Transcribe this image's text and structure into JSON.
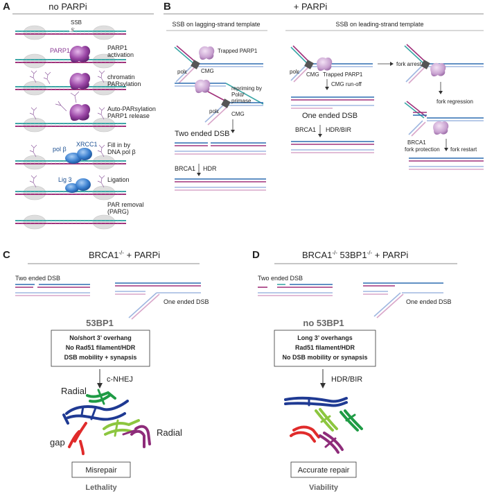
{
  "panels": {
    "A": {
      "letter": "A",
      "title": "no PARPi",
      "labels": {
        "ssb": "SSB",
        "five_prime": "5'",
        "parp1": "PARP1",
        "parp1_activation_1": "PARP1",
        "parp1_activation_2": "activation",
        "chromatin_1": "chromatin",
        "chromatin_2": "PARsylation",
        "auto_1": "Auto-PARsylation",
        "auto_2": "PARP1 release",
        "fill_1": "Fill in by",
        "fill_2": "DNA pol β",
        "pol_beta": "pol β",
        "xrcc1": "XRCC1",
        "ligation": "Ligation",
        "lig3": "Lig 3",
        "par_removal_1": "PAR removal",
        "par_removal_2": "(PARG)"
      }
    },
    "B": {
      "letter": "B",
      "title": "+ PARPi",
      "lagging_header": "SSB on lagging-strand template",
      "leading_header": "SSB on leading-strand template",
      "lagging": {
        "trapped": "Trapped PARP1",
        "pol_e": "polε",
        "cmg": "CMG",
        "repriming_1": "repriming by",
        "repriming_2": "Polα/",
        "repriming_3": "primase",
        "pol_e2": "polε",
        "cmg2": "CMG",
        "two_ended": "Two ended DSB",
        "brca1": "BRCA1",
        "hdr": "HDR"
      },
      "leading": {
        "pol_e": "polε",
        "cmg": "CMG",
        "trapped": "Trapped PARP1",
        "cmg_runoff": "CMG run-off",
        "one_ended": "One ended DSB",
        "brca1": "BRCA1",
        "hdr_bir": "HDR/BIR",
        "fork_arrest": "fork arrest",
        "fork_regression": "fork regression",
        "brca1_2": "BRCA1",
        "fork_protection": "fork protection",
        "fork_restart": "fork restart"
      }
    },
    "C": {
      "letter": "C",
      "title": "BRCA1",
      "title_sup": "-/-",
      "title_rest": " + PARPi",
      "two_ended": "Two ended DSB",
      "one_ended": "One ended DSB",
      "factor": "53BP1",
      "box_lines": [
        "No/short 3’ overhang",
        "No Rad51 filament/HDR",
        "DSB mobility + synapsis"
      ],
      "pathway": "c-NHEJ",
      "radial_1": "Radial",
      "radial_2": "Radial",
      "gap": "gap",
      "outcome": "Misrepair",
      "fate": "Lethality"
    },
    "D": {
      "letter": "D",
      "title_a": "BRCA1",
      "title_a_sup": "-/-",
      "title_b": " 53BP1",
      "title_b_sup": "-/-",
      "title_rest": " + PARPi",
      "two_ended": "Two ended DSB",
      "one_ended": "One ended DSB",
      "factor": "no 53BP1",
      "box_lines": [
        "Long 3’ overhangs",
        "Rad51 filament/HDR",
        "No DSB mobility or synapsis"
      ],
      "pathway": "HDR/BIR",
      "outcome": "Accurate repair",
      "fate": "Viability"
    }
  },
  "colors": {
    "strand_blue": "#2b6cb0",
    "strand_teal": "#3aa6a6",
    "strand_magenta": "#a0307a",
    "strand_pink": "#d9a6c9",
    "strand_lightblue": "#9fb7e0",
    "parp_purple": "#8a3b95",
    "pol_blue": "#2f6fbf",
    "histone_gray": "#d8d8d8",
    "chrom_navy": "#1f3a93",
    "chrom_green": "#1f9b45",
    "chrom_lime": "#8cc63f",
    "chrom_red": "#e02b2b",
    "chrom_purple": "#8e2c7a"
  }
}
